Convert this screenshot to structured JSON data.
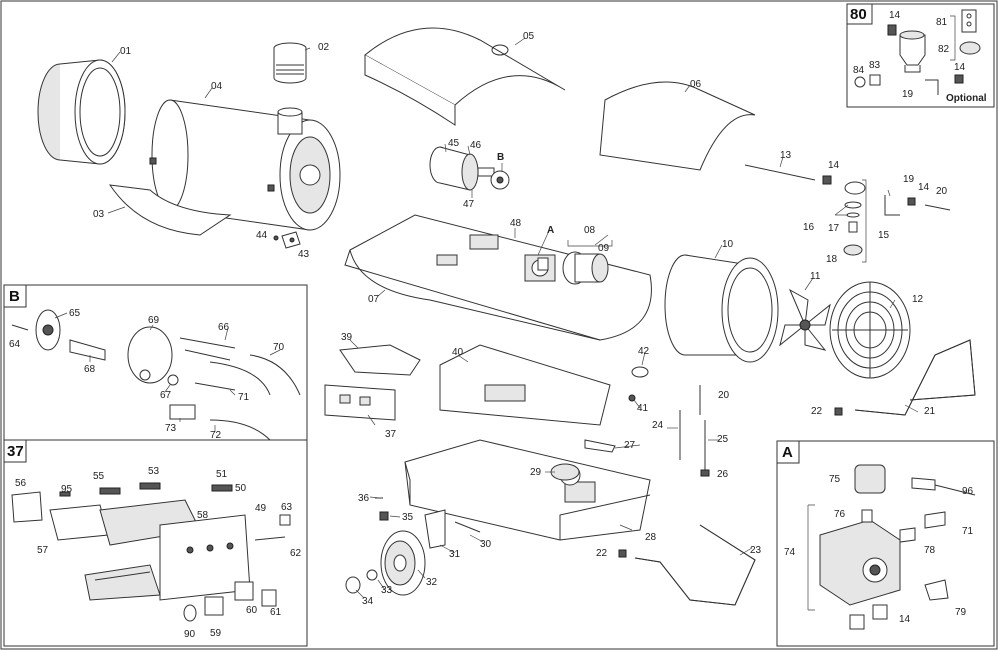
{
  "diagram": {
    "insets": {
      "b": "B",
      "n37": "37",
      "a": "A",
      "n80": "80",
      "optional": "Optional"
    },
    "labels": {
      "p01": "01",
      "p02": "02",
      "p03": "03",
      "p04": "04",
      "p05": "05",
      "p06": "06",
      "p07": "07",
      "p08": "08",
      "p09": "09",
      "p10": "10",
      "p11": "11",
      "p12": "12",
      "p13": "13",
      "p14a": "14",
      "p15": "15",
      "p16": "16",
      "p17": "17",
      "p18": "18",
      "p19": "19",
      "p14b": "14",
      "p20a": "20",
      "p20b": "20",
      "p21": "21",
      "p22a": "22",
      "p22b": "22",
      "p23": "23",
      "p24": "24",
      "p25": "25",
      "p26": "26",
      "p27": "27",
      "p28": "28",
      "p29": "29",
      "p30": "30",
      "p31": "31",
      "p32": "32",
      "p33": "33",
      "p34": "34",
      "p35": "35",
      "p36": "36",
      "p37": "37",
      "p39": "39",
      "p40": "40",
      "p41": "41",
      "p42": "42",
      "p43": "43",
      "p44": "44",
      "p45": "45",
      "p46": "46",
      "p47": "47",
      "p48": "48",
      "pA": "A",
      "pB": "B",
      "b65": "65",
      "b64": "64",
      "b68": "68",
      "b69": "69",
      "b66": "66",
      "b70": "70",
      "b67": "67",
      "b71": "71",
      "b73": "73",
      "b72": "72",
      "c56": "56",
      "c95": "95",
      "c55": "55",
      "c53": "53",
      "c51": "51",
      "c50": "50",
      "c49": "49",
      "c58": "58",
      "c57": "57",
      "c63": "63",
      "c62": "62",
      "c60": "60",
      "c61": "61",
      "c59": "59",
      "c90": "90",
      "a75": "75",
      "a96": "96",
      "a76": "76",
      "a74": "74",
      "a71": "71",
      "a78": "78",
      "a79": "79",
      "a14": "14",
      "o14a": "14",
      "o81": "81",
      "o82": "82",
      "o84": "84",
      "o83": "83",
      "o14b": "14",
      "o19": "19"
    }
  }
}
